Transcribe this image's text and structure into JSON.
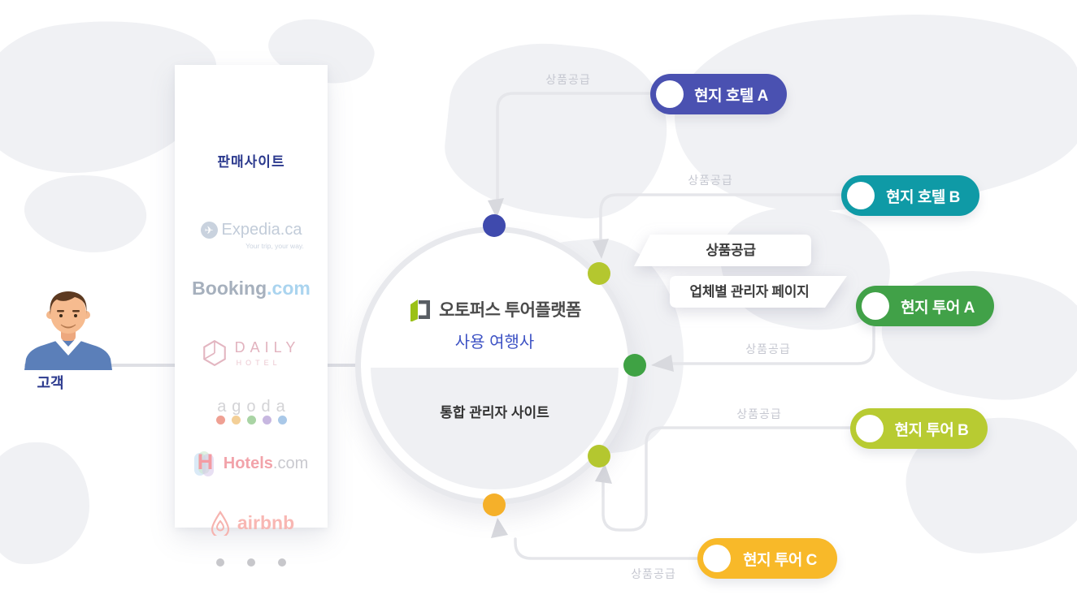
{
  "labels": {
    "supply": "상품공급",
    "bubble_supply": "상품공급",
    "bubble_admin": "업체별 관리자 페이지",
    "customer": "고객"
  },
  "sales_panel": {
    "title": "판매사이트",
    "logos": {
      "expedia": {
        "text": "Expedia.ca",
        "tagline": "Your trip, your way.",
        "icon": "airplane-globe-icon"
      },
      "booking": {
        "main": "Booking",
        "suffix": ".com"
      },
      "daily": {
        "main": "DAILY",
        "sub": "HOTEL",
        "icon": "hexagon-icon"
      },
      "agoda": {
        "text": "agoda",
        "dot_colors": [
          "#efa093",
          "#f3cf97",
          "#a9d4a4",
          "#c7b7e0",
          "#a9c8e8"
        ]
      },
      "hotels": {
        "main": "Hotels",
        "suffix": ".com",
        "icon": "h-stripes-icon"
      },
      "airbnb": {
        "text": "airbnb",
        "icon": "belo-icon"
      }
    },
    "more_dots_count": 3
  },
  "platform": {
    "name": "오토퍼스 투어플랫폼",
    "subtitle": "사용 여행사",
    "admin_site": "통합 관리자 사이트",
    "logo_icon": "open-door-logo-icon"
  },
  "suppliers": [
    {
      "id": "hotel-a",
      "label": "현지 호텔 A",
      "color": "#4a51b1"
    },
    {
      "id": "hotel-b",
      "label": "현지 호텔 B",
      "color": "#0f9aa6"
    },
    {
      "id": "tour-a",
      "label": "현지 투어 A",
      "color": "#41a148"
    },
    {
      "id": "tour-b",
      "label": "현지 투어 B",
      "color": "#b8cb32"
    },
    {
      "id": "tour-c",
      "label": "현지 투어 C",
      "color": "#f8b929"
    }
  ],
  "circle_dots": [
    "#3f4aad",
    "#b4c72f",
    "#3fa244",
    "#b4c72f",
    "#f5b02a"
  ],
  "colors": {
    "line": "#e5e6ea",
    "arrow": "#d8d9de",
    "supply_label_gray": "#c5c7d0",
    "panel_title_blue": "#2c3a8e",
    "platform_subtitle_blue": "#3d52c4",
    "map_gray": "#f0f1f4"
  }
}
